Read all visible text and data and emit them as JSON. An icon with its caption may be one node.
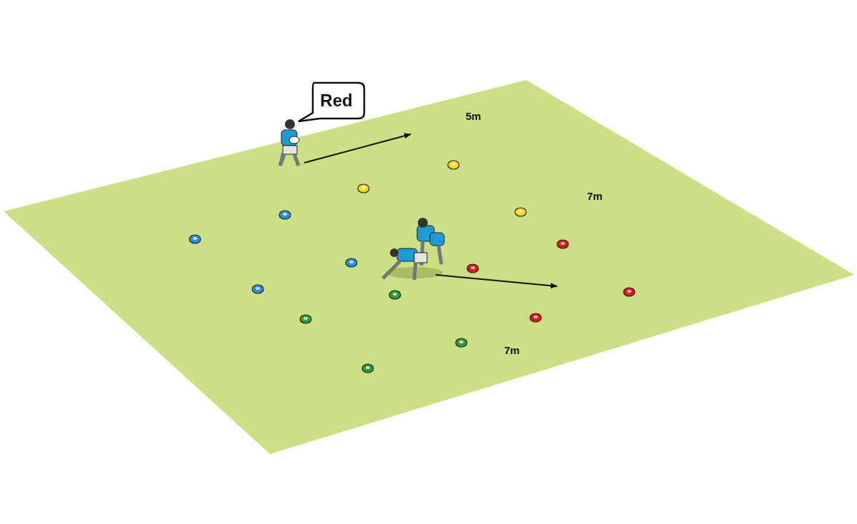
{
  "diagram": {
    "nodes": [
      {
        "text": [
          "Red"
        ]
      }
    ],
    "edges": [],
    "labels": [
      "5m",
      "7m",
      "7m"
    ]
  }
}
